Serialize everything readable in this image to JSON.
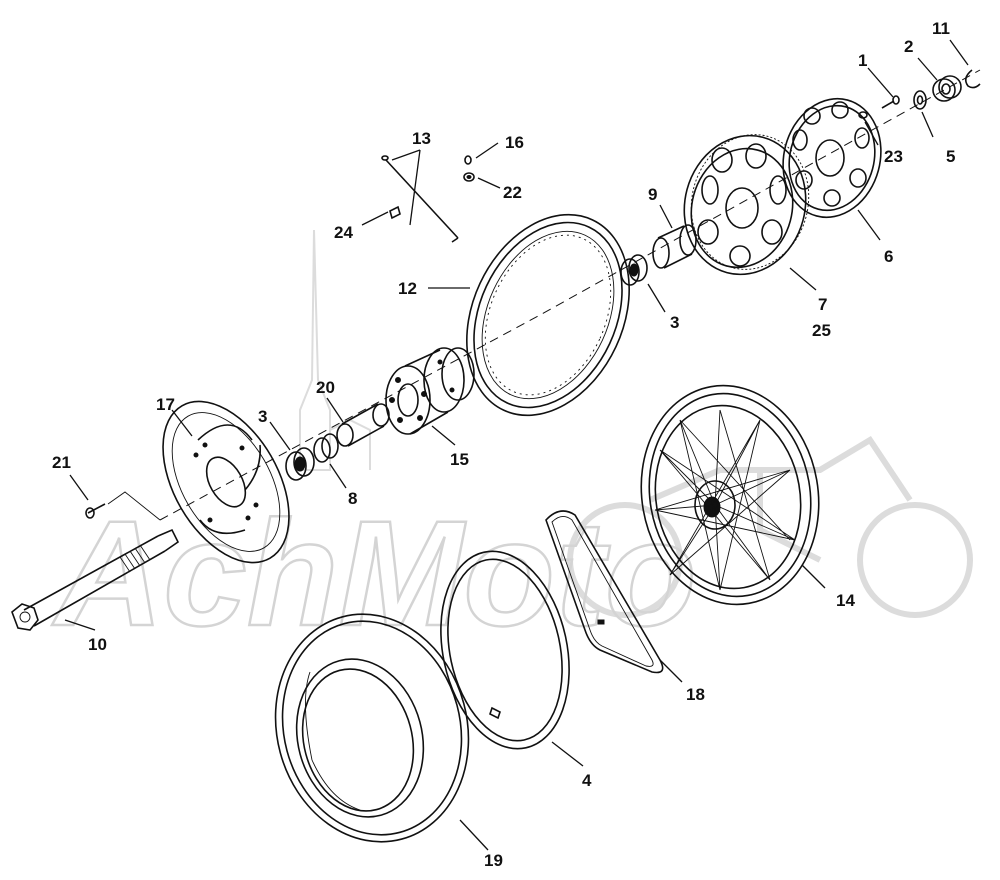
{
  "watermark": {
    "text": "AchMoto"
  },
  "callouts": [
    {
      "id": "c1",
      "text": "1"
    },
    {
      "id": "c2",
      "text": "2"
    },
    {
      "id": "c3a",
      "text": "3"
    },
    {
      "id": "c3b",
      "text": "3"
    },
    {
      "id": "c4",
      "text": "4"
    },
    {
      "id": "c5",
      "text": "5"
    },
    {
      "id": "c6",
      "text": "6"
    },
    {
      "id": "c7",
      "text": "7"
    },
    {
      "id": "c8",
      "text": "8"
    },
    {
      "id": "c9",
      "text": "9"
    },
    {
      "id": "c10",
      "text": "10"
    },
    {
      "id": "c11",
      "text": "11"
    },
    {
      "id": "c12",
      "text": "12"
    },
    {
      "id": "c13",
      "text": "13"
    },
    {
      "id": "c14",
      "text": "14"
    },
    {
      "id": "c15",
      "text": "15"
    },
    {
      "id": "c16",
      "text": "16"
    },
    {
      "id": "c17",
      "text": "17"
    },
    {
      "id": "c18",
      "text": "18"
    },
    {
      "id": "c19",
      "text": "19"
    },
    {
      "id": "c20",
      "text": "20"
    },
    {
      "id": "c21",
      "text": "21"
    },
    {
      "id": "c22",
      "text": "22"
    },
    {
      "id": "c23",
      "text": "23"
    },
    {
      "id": "c24",
      "text": "24"
    },
    {
      "id": "c25",
      "text": "25"
    }
  ]
}
